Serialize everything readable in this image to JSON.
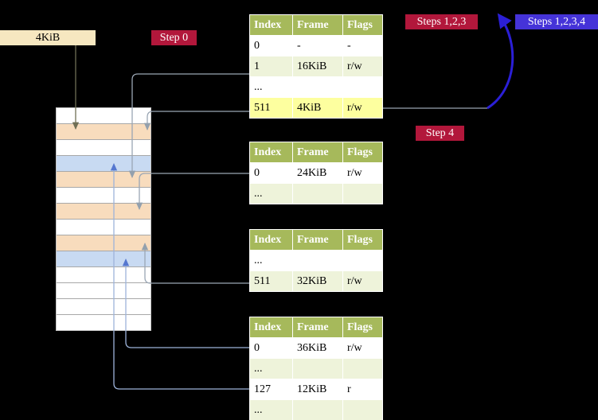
{
  "labels": {
    "frame_size": "4KiB",
    "step0": "Step 0",
    "steps_123": "Steps 1,2,3",
    "steps_1234": "Steps 1,2,3,4",
    "step4": "Step 4"
  },
  "tables": [
    {
      "headers": [
        "Index",
        "Frame",
        "Flags"
      ],
      "rows": [
        {
          "cells": [
            "0",
            "-",
            "-"
          ],
          "variant": "white"
        },
        {
          "cells": [
            "1",
            "16KiB",
            "r/w"
          ],
          "variant": "green"
        },
        {
          "cells": [
            "...",
            "",
            ""
          ],
          "variant": "white"
        },
        {
          "cells": [
            "511",
            "4KiB",
            "r/w"
          ],
          "variant": "yellow"
        }
      ]
    },
    {
      "headers": [
        "Index",
        "Frame",
        "Flags"
      ],
      "rows": [
        {
          "cells": [
            "0",
            "24KiB",
            "r/w"
          ],
          "variant": "white"
        },
        {
          "cells": [
            "...",
            "",
            ""
          ],
          "variant": "green"
        }
      ]
    },
    {
      "headers": [
        "Index",
        "Frame",
        "Flags"
      ],
      "rows": [
        {
          "cells": [
            "...",
            "",
            ""
          ],
          "variant": "white"
        },
        {
          "cells": [
            "511",
            "32KiB",
            "r/w"
          ],
          "variant": "green"
        }
      ]
    },
    {
      "headers": [
        "Index",
        "Frame",
        "Flags"
      ],
      "rows": [
        {
          "cells": [
            "0",
            "36KiB",
            "r/w"
          ],
          "variant": "white"
        },
        {
          "cells": [
            "...",
            "",
            ""
          ],
          "variant": "green"
        },
        {
          "cells": [
            "127",
            "12KiB",
            "r"
          ],
          "variant": "white"
        },
        {
          "cells": [
            "...",
            "",
            ""
          ],
          "variant": "green"
        }
      ]
    }
  ],
  "memory": {
    "rows": [
      "white",
      "peach",
      "white",
      "blue",
      "peach",
      "white",
      "peach",
      "white",
      "peach",
      "blue",
      "white",
      "white",
      "white",
      "white"
    ]
  },
  "colors": {
    "background": "#000000",
    "label_beige": "#f6e7c0",
    "label_crimson": "#b2173b",
    "label_blue": "#4533d8",
    "table_header_green": "#a6b95b",
    "row_pale_green": "#eef3da",
    "row_highlight_yellow": "#fdff9f",
    "frame_peach": "#f8dcbd",
    "frame_blue": "#c8daf2",
    "recursive_arrow_blue": "#2b1fd6",
    "connector_gray": "#93a0ad"
  }
}
